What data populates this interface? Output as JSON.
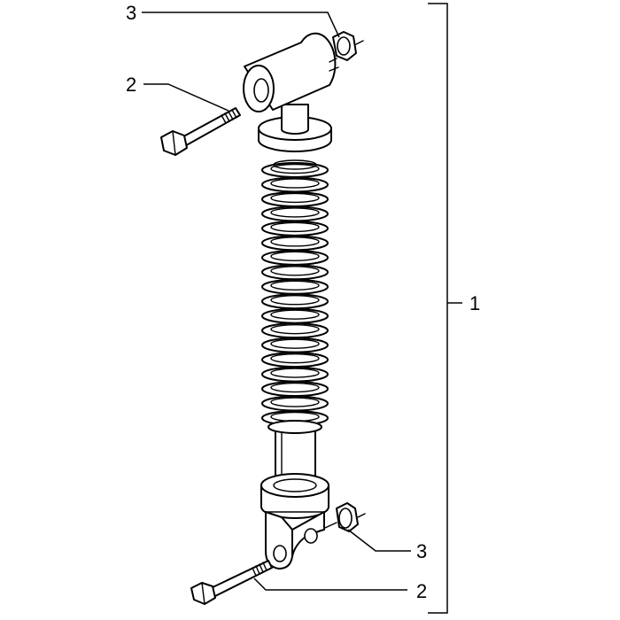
{
  "callouts": {
    "assembly": "1",
    "bolt_top": "2",
    "bolt_bottom": "2",
    "nut_top": "3",
    "nut_bottom": "3"
  }
}
